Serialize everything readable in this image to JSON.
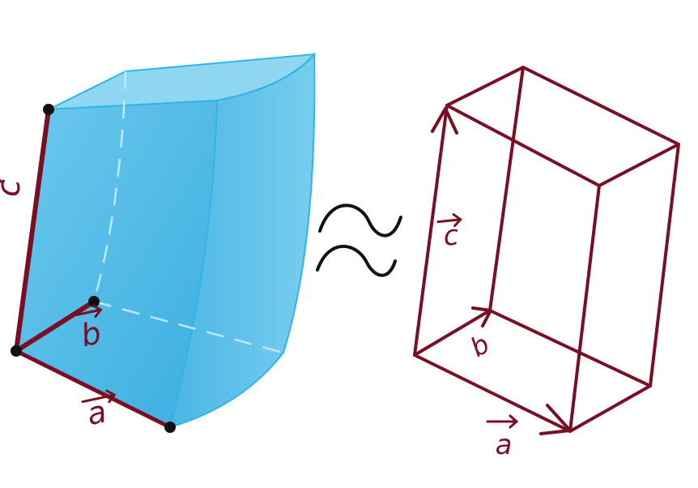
{
  "left_figure": {
    "vectors": [
      {
        "id": "a",
        "letter": "a"
      },
      {
        "id": "b",
        "letter": "b"
      },
      {
        "id": "c",
        "letter": "c"
      }
    ]
  },
  "relation_symbol": "≈",
  "right_figure": {
    "vectors": [
      {
        "id": "a",
        "letter": "a"
      },
      {
        "id": "b",
        "letter": "b"
      },
      {
        "id": "c",
        "letter": "c"
      }
    ]
  },
  "colors": {
    "solid_fill": "#5bbde6",
    "solid_edge": "#2fb6e6",
    "vector": "#7a0f24",
    "vertex": "#111111",
    "approx": "#111111"
  }
}
